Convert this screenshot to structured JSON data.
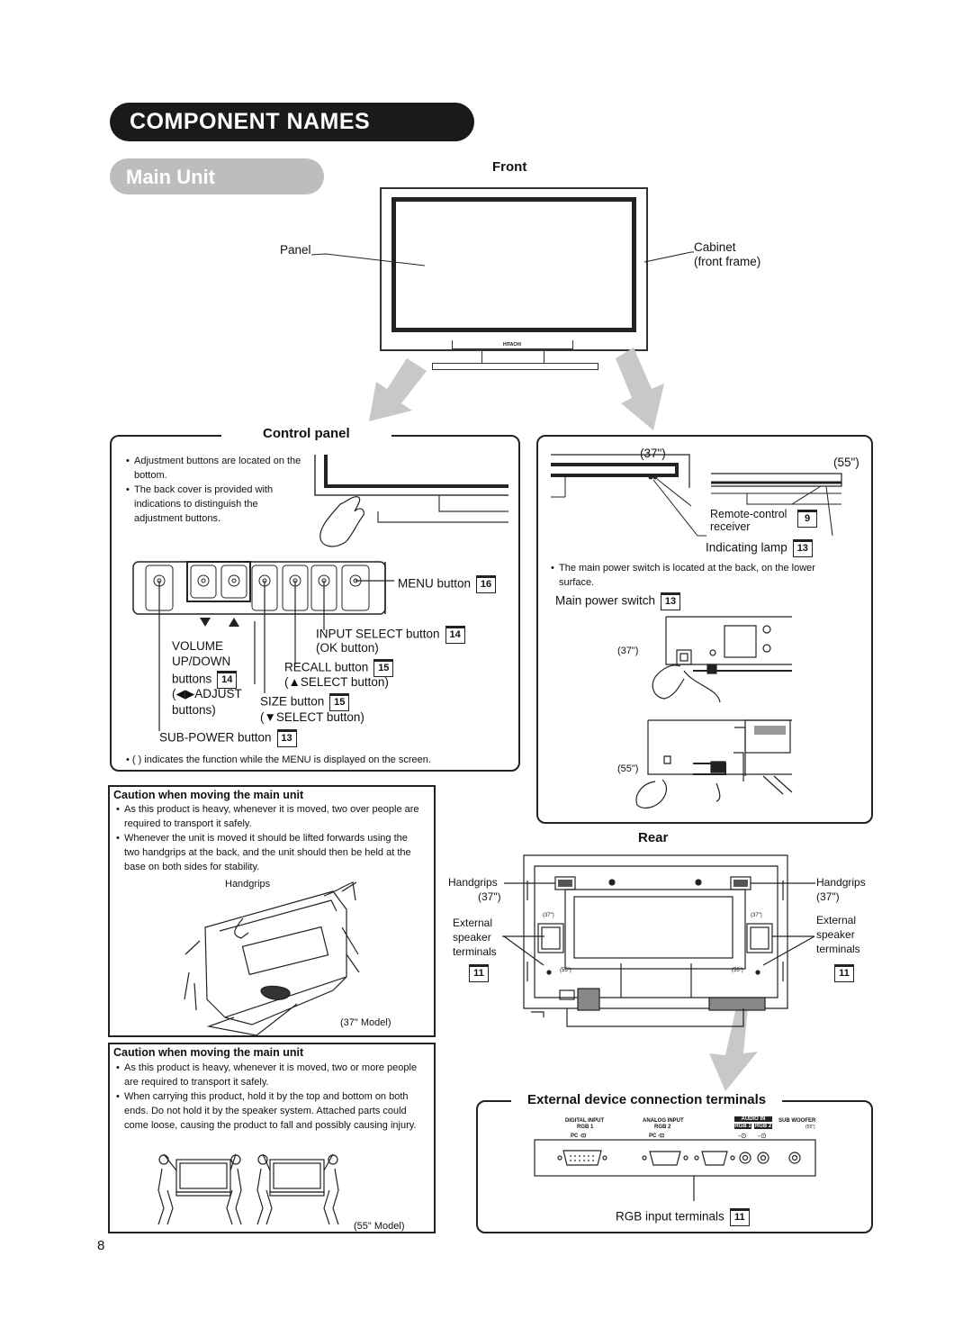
{
  "title": "COMPONENT NAMES",
  "section": "Main Unit",
  "front": {
    "heading": "Front",
    "panel_label": "Panel",
    "cabinet_line1": "Cabinet",
    "cabinet_line2": "(front frame)",
    "brand": "HITACHI"
  },
  "control_panel": {
    "heading": "Control panel",
    "notes": [
      "Adjustment buttons are located on the bottom.",
      "The back cover is provided with indications to distinguish the adjustment buttons."
    ],
    "menu_button": "MENU button",
    "menu_ref": "16",
    "input_select": "INPUT SELECT button",
    "input_select_ref": "14",
    "ok_button": "(OK button)",
    "volume_1": "VOLUME",
    "volume_2": "UP/DOWN",
    "volume_3": "buttons",
    "volume_ref": "14",
    "adjust_1": "ADJUST",
    "adjust_2": "buttons)",
    "recall": "RECALL button",
    "recall_ref": "15",
    "up_select": "SELECT button)",
    "size": "SIZE button",
    "size_ref": "15",
    "down_select": "SELECT button)",
    "subpower": "SUB-POWER button",
    "subpower_ref": "13",
    "footnote": "(    ) indicates the function while the MENU is displayed on the screen."
  },
  "side_panel": {
    "size_37": "(37\")",
    "size_55": "(55\")",
    "remote_1": "Remote-control",
    "remote_2": "receiver",
    "remote_ref": "9",
    "lamp": "Indicating lamp",
    "lamp_ref": "13",
    "note": "The main power switch is located at the back, on the lower surface.",
    "power": "Main power switch",
    "power_ref": "13",
    "sw37": "(37\")",
    "sw55": "(55\")"
  },
  "caution1": {
    "heading": "Caution when moving the main unit",
    "items": [
      "As this product is heavy, whenever it is moved, two over people are required to transport it safely.",
      "Whenever the unit is moved it should be lifted forwards using the two handgrips at the back, and the unit should then be held at the base on both sides for stability."
    ],
    "handgrips": "Handgrips",
    "model": "(37\" Model)"
  },
  "caution2": {
    "heading": "Caution when moving the main unit",
    "items": [
      "As this product is heavy, whenever it is moved, two or more people are required to transport it safely.",
      "When carrying this product, hold it by the top and bottom on both ends. Do not hold it by the speaker system. Attached parts could come loose, causing the product to fall and possibly causing injury."
    ],
    "model": "(55\" Model)"
  },
  "rear": {
    "heading": "Rear",
    "handgrips_l": "Handgrips",
    "handgrips_l_size": "(37\")",
    "handgrips_r": "Handgrips",
    "handgrips_r_size": "(37\")",
    "ext_l_1": "External",
    "ext_l_2": "speaker",
    "ext_l_3": "terminals",
    "ext_r_1": "External",
    "ext_r_2": "speaker",
    "ext_r_3": "terminals",
    "ref_l": "11",
    "ref_r": "11",
    "tag37a": "(37\")",
    "tag37b": "(37\")",
    "tag55a": "(55\")",
    "tag55b": "(55\")"
  },
  "external": {
    "heading": "External device connection terminals",
    "digital": "DIGITAL INPUT",
    "rgb1": "RGB 1",
    "analog": "ANALOG INPUT",
    "rgb2": "RGB 2",
    "audio_in": "AUDIO IN",
    "rgb1b": "RGB 1",
    "rgb2b": "RGB 2",
    "sub": "SUB WOOFER",
    "sub55": "(55\")",
    "pc1": "PC",
    "pc2": "PC",
    "rgb_terminals": "RGB input terminals",
    "rgb_ref": "11"
  },
  "page_number": "8"
}
